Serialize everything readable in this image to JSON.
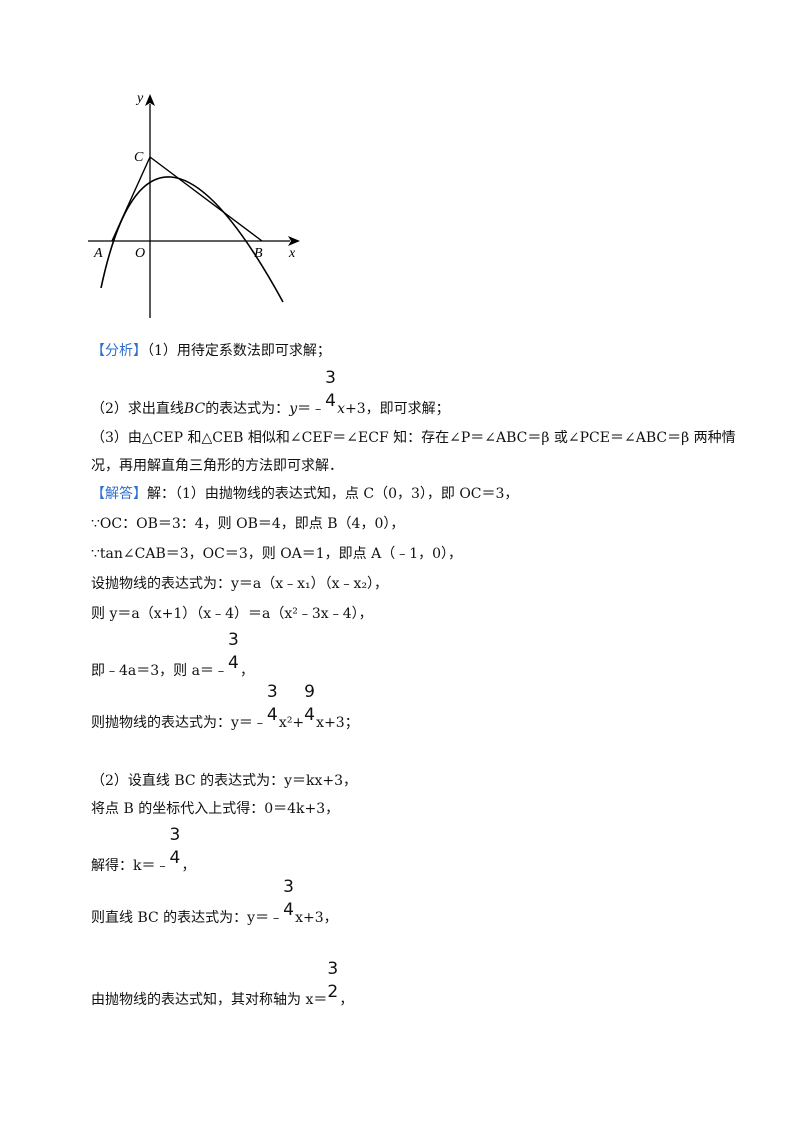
{
  "figure": {
    "axis_y": "y",
    "axis_x": "x",
    "label_C": "C",
    "label_A": "A",
    "label_O": "O",
    "label_B": "B"
  },
  "analysis": {
    "tag": "【分析】",
    "p1": "（1）用待定系数法即可求解；",
    "p2_pre": "（2）求出直线",
    "p2_bc": "BC",
    "p2_mid": "的表达式为：",
    "p2_y": "y",
    "p2_eq": "＝﹣",
    "p2_num": "3",
    "p2_den": "4",
    "p2_x": "x",
    "p2_post": "+3，即可求解；",
    "p3_line1": "（3）由△CEP 和△CEB 相似和∠CEF＝∠ECF 知：存在∠P＝∠ABC＝β 或∠PCE＝∠ABC＝β 两种情",
    "p3_line2": "况，再用解直角三角形的方法即可求解．"
  },
  "solution": {
    "tag": "【解答】",
    "l1": "解：（1）由抛物线的表达式知，点 C（0，3），即 OC＝3，",
    "l2": "∵OC：OB＝3：4，则 OB＝4，即点 B（4，0），",
    "l3": "∵tan∠CAB＝3，OC＝3，则 OA＝1，即点 A（﹣1，0），",
    "l4": "设抛物线的表达式为：y＝a（x﹣x₁）（x﹣x₂），",
    "l5": "则 y＝a（x+1）（x﹣4）＝a（x²﹣3x﹣4），",
    "l6_pre": "即﹣4a＝3，则 a＝﹣",
    "l6_num": "3",
    "l6_den": "4",
    "l6_post": "，",
    "l7_pre": "则抛物线的表达式为：y＝﹣",
    "l7_num1": "3",
    "l7_den1": "4",
    "l7_mid": "x²+",
    "l7_num2": "9",
    "l7_den2": "4",
    "l7_post": "x+3；",
    "l8": "（2）设直线 BC 的表达式为：y＝kx+3，",
    "l9": "将点 B 的坐标代入上式得：0＝4k+3，",
    "l10_pre": "解得：k＝﹣",
    "l10_num": "3",
    "l10_den": "4",
    "l10_post": "，",
    "l11_pre": "则直线 BC 的表达式为：y＝﹣",
    "l11_num": "3",
    "l11_den": "4",
    "l11_post": "x+3，",
    "l12_pre": "由抛物线的表达式知，其对称轴为 x＝",
    "l12_num": "3",
    "l12_den": "2",
    "l12_post": "，"
  }
}
